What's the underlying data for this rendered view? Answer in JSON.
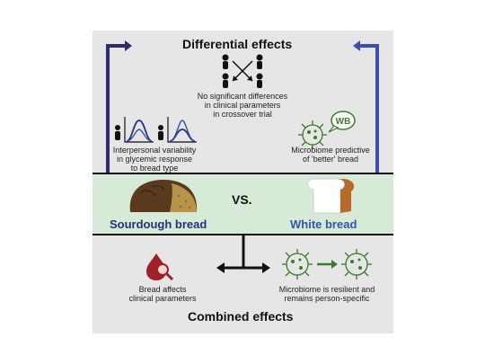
{
  "top": {
    "title": "Differential effects",
    "center_caption": [
      "No significant differences",
      "in clinical parameters",
      "in crossover trial"
    ],
    "left_caption": [
      "Interpersonal variability",
      "in glycemic response",
      "to bread type"
    ],
    "right_caption": [
      "Microbiome predictive",
      "of 'better' bread"
    ],
    "speech_label": "WB"
  },
  "middle": {
    "vs_label": "VS.",
    "left_label": "Sourdough bread",
    "right_label": "White bread"
  },
  "bottom": {
    "title": "Combined effects",
    "left_caption": [
      "Bread affects",
      "clinical parameters"
    ],
    "right_caption": [
      "Microbiome is resilient and",
      "remains person-specific"
    ]
  },
  "colors": {
    "sourdough": "#2a2f7a",
    "white_bread": "#3355aa",
    "arrow_left": "#2e2a6e",
    "arrow_right": "#3a4fb0",
    "microbe": "#3a7a2a",
    "drop": "#a02028"
  }
}
